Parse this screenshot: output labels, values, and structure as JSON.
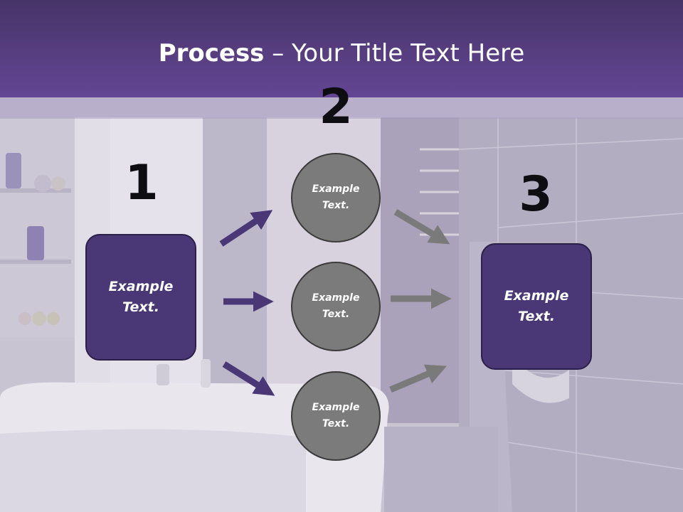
{
  "slide": {
    "title_bold": "Process",
    "title_rest": " – Your Title Text Here"
  },
  "steps": {
    "one": "1",
    "two": "2",
    "three": "3"
  },
  "left_box": {
    "text": "Example Text."
  },
  "circles": [
    {
      "text": "Example Text."
    },
    {
      "text": "Example Text."
    },
    {
      "text": "Example Text."
    }
  ],
  "right_box": {
    "text": "Example Text."
  },
  "colors": {
    "header": "#5b3f8c",
    "box_fill": "#4a3776",
    "circle_fill": "#7b7b7b",
    "arrow_purple": "#4a3776",
    "arrow_gray": "#7a7a7a"
  }
}
